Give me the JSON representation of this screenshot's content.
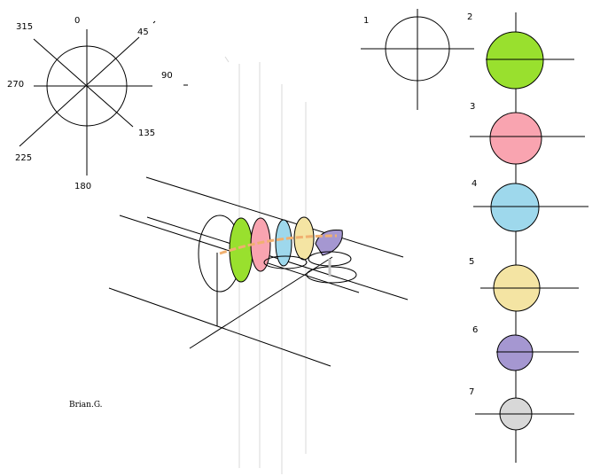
{
  "compass": {
    "labels": [
      "0",
      "45",
      "90",
      "135",
      "180",
      "225",
      "270",
      "315"
    ]
  },
  "sequence": {
    "numbers": [
      "1",
      "2",
      "3",
      "4",
      "5",
      "6",
      "7"
    ],
    "colors": [
      "#ffffff",
      "#99e02e",
      "#f9a4b0",
      "#9ed8ec",
      "#f4e4a3",
      "#a597d1",
      "#d8d8d8"
    ]
  },
  "signature": "Brian.G."
}
